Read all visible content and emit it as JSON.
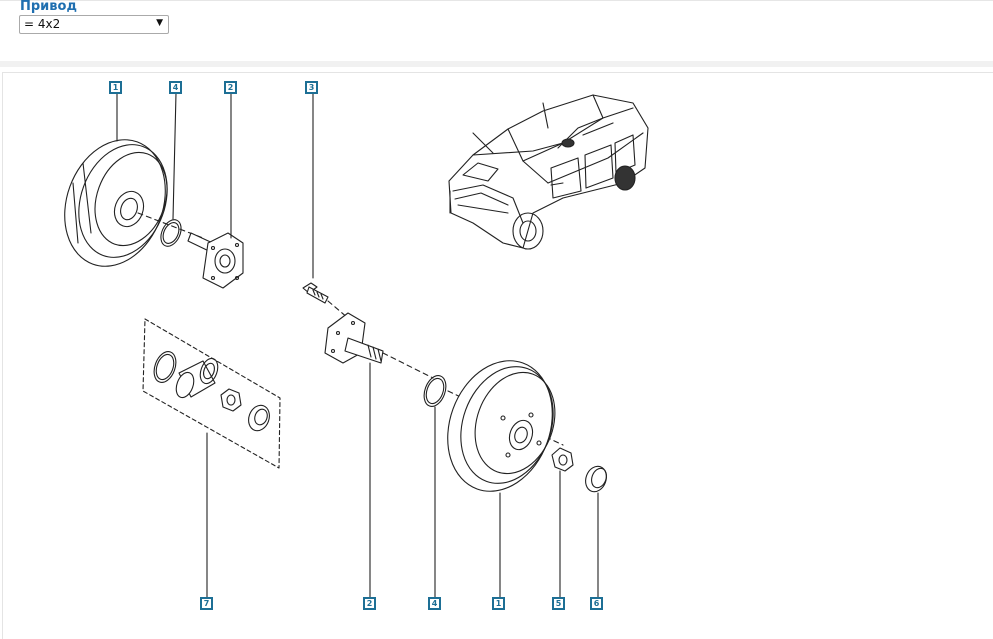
{
  "filter": {
    "label": "Привод",
    "selected_value": "= 4x2"
  },
  "callouts": {
    "c1_top": "1",
    "c4_top": "4",
    "c2_top": "2",
    "c3_top": "3",
    "c7_bottom": "7",
    "c2_bottom": "2",
    "c4_bottom": "4",
    "c1_bottom": "1",
    "c5_bottom": "5",
    "c6_bottom": "6"
  },
  "colors": {
    "label_blue": "#1f6fb0",
    "callout_blue": "#1d6f95",
    "line": "#222222"
  }
}
